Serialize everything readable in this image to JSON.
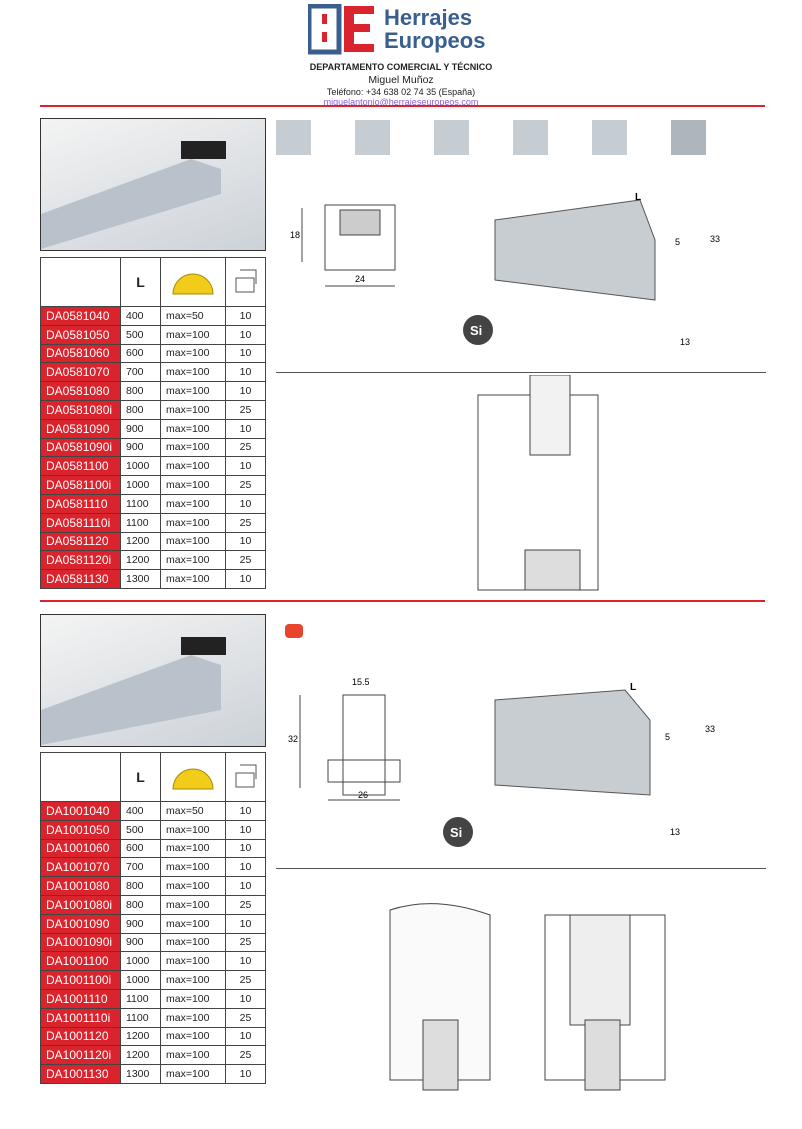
{
  "header": {
    "brand_line1": "Herrajes",
    "brand_line2": "Europeos",
    "department": "DEPARTAMENTO  COMERCIAL Y TÉCNICO",
    "contact_name": "Miguel Muñoz",
    "phone": "Teléfono:  +34 638 02 74 35 (España)",
    "email": "miguelantonio@herrajeseuropeos.com"
  },
  "feature_icons": [
    "floor-gap-icon",
    "acoustic-icon",
    "sound-wave-icon",
    "draught-icon",
    "water-drop-icon",
    "profile-icon"
  ],
  "section1": {
    "table_header": {
      "length": "L"
    },
    "rows": [
      [
        "DA0581040",
        "400",
        "max=50",
        "10"
      ],
      [
        "DA0581050",
        "500",
        "max=100",
        "10"
      ],
      [
        "DA0581060",
        "600",
        "max=100",
        "10"
      ],
      [
        "DA0581070",
        "700",
        "max=100",
        "10"
      ],
      [
        "DA0581080",
        "800",
        "max=100",
        "10"
      ],
      [
        "DA0581080i",
        "800",
        "max=100",
        "25"
      ],
      [
        "DA0581090",
        "900",
        "max=100",
        "10"
      ],
      [
        "DA0581090i",
        "900",
        "max=100",
        "25"
      ],
      [
        "DA0581100",
        "1000",
        "max=100",
        "10"
      ],
      [
        "DA0581100i",
        "1000",
        "max=100",
        "25"
      ],
      [
        "DA0581110",
        "1100",
        "max=100",
        "10"
      ],
      [
        "DA0581110i",
        "1100",
        "max=100",
        "25"
      ],
      [
        "DA0581120",
        "1200",
        "max=100",
        "10"
      ],
      [
        "DA0581120i",
        "1200",
        "max=100",
        "25"
      ],
      [
        "DA0581130",
        "1300",
        "max=100",
        "10"
      ]
    ],
    "dims": {
      "height": "18",
      "width": "24",
      "L": "L",
      "d5": "5",
      "d33": "33",
      "d13": "13",
      "badge": "Si"
    }
  },
  "section2": {
    "table_header": {
      "length": "L"
    },
    "rows": [
      [
        "DA1001040",
        "400",
        "max=50",
        "10"
      ],
      [
        "DA1001050",
        "500",
        "max=100",
        "10"
      ],
      [
        "DA1001060",
        "600",
        "max=100",
        "10"
      ],
      [
        "DA1001070",
        "700",
        "max=100",
        "10"
      ],
      [
        "DA1001080",
        "800",
        "max=100",
        "10"
      ],
      [
        "DA1001080i",
        "800",
        "max=100",
        "25"
      ],
      [
        "DA1001090",
        "900",
        "max=100",
        "10"
      ],
      [
        "DA1001090i",
        "900",
        "max=100",
        "25"
      ],
      [
        "DA1001100",
        "1000",
        "max=100",
        "10"
      ],
      [
        "DA1001100i",
        "1000",
        "max=100",
        "25"
      ],
      [
        "DA1001110",
        "1100",
        "max=100",
        "10"
      ],
      [
        "DA1001110i",
        "1100",
        "max=100",
        "25"
      ],
      [
        "DA1001120",
        "1200",
        "max=100",
        "10"
      ],
      [
        "DA1001120i",
        "1200",
        "max=100",
        "25"
      ],
      [
        "DA1001130",
        "1300",
        "max=100",
        "10"
      ]
    ],
    "dims": {
      "top": "15.5",
      "height": "32",
      "width": "26",
      "L": "L",
      "d5": "5",
      "d33": "33",
      "d13": "13",
      "badge": "Si"
    }
  }
}
